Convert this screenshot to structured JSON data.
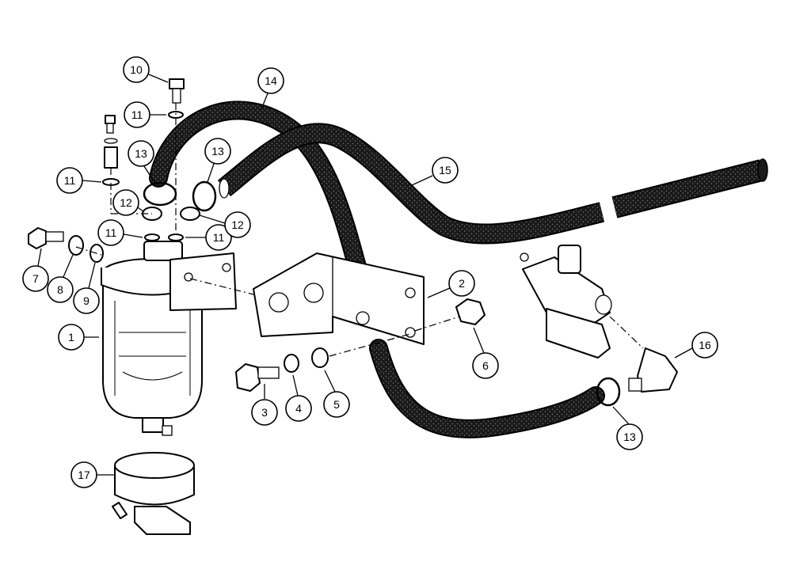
{
  "diagram": {
    "callouts": [
      {
        "id": "1",
        "label": "1"
      },
      {
        "id": "2",
        "label": "2"
      },
      {
        "id": "3",
        "label": "3"
      },
      {
        "id": "4",
        "label": "4"
      },
      {
        "id": "5",
        "label": "5"
      },
      {
        "id": "6",
        "label": "6"
      },
      {
        "id": "7",
        "label": "7"
      },
      {
        "id": "8",
        "label": "8"
      },
      {
        "id": "9",
        "label": "9"
      },
      {
        "id": "10",
        "label": "10"
      },
      {
        "id": "11a",
        "label": "11"
      },
      {
        "id": "11b",
        "label": "11"
      },
      {
        "id": "11c",
        "label": "11"
      },
      {
        "id": "11d",
        "label": "11"
      },
      {
        "id": "12a",
        "label": "12"
      },
      {
        "id": "12b",
        "label": "12"
      },
      {
        "id": "13a",
        "label": "13"
      },
      {
        "id": "13b",
        "label": "13"
      },
      {
        "id": "13c",
        "label": "13"
      },
      {
        "id": "14",
        "label": "14"
      },
      {
        "id": "15",
        "label": "15"
      },
      {
        "id": "16",
        "label": "16"
      },
      {
        "id": "17",
        "label": "17"
      }
    ],
    "colors": {
      "ink": "#000000",
      "paper": "#ffffff",
      "hose": "#1a1a1a"
    }
  }
}
